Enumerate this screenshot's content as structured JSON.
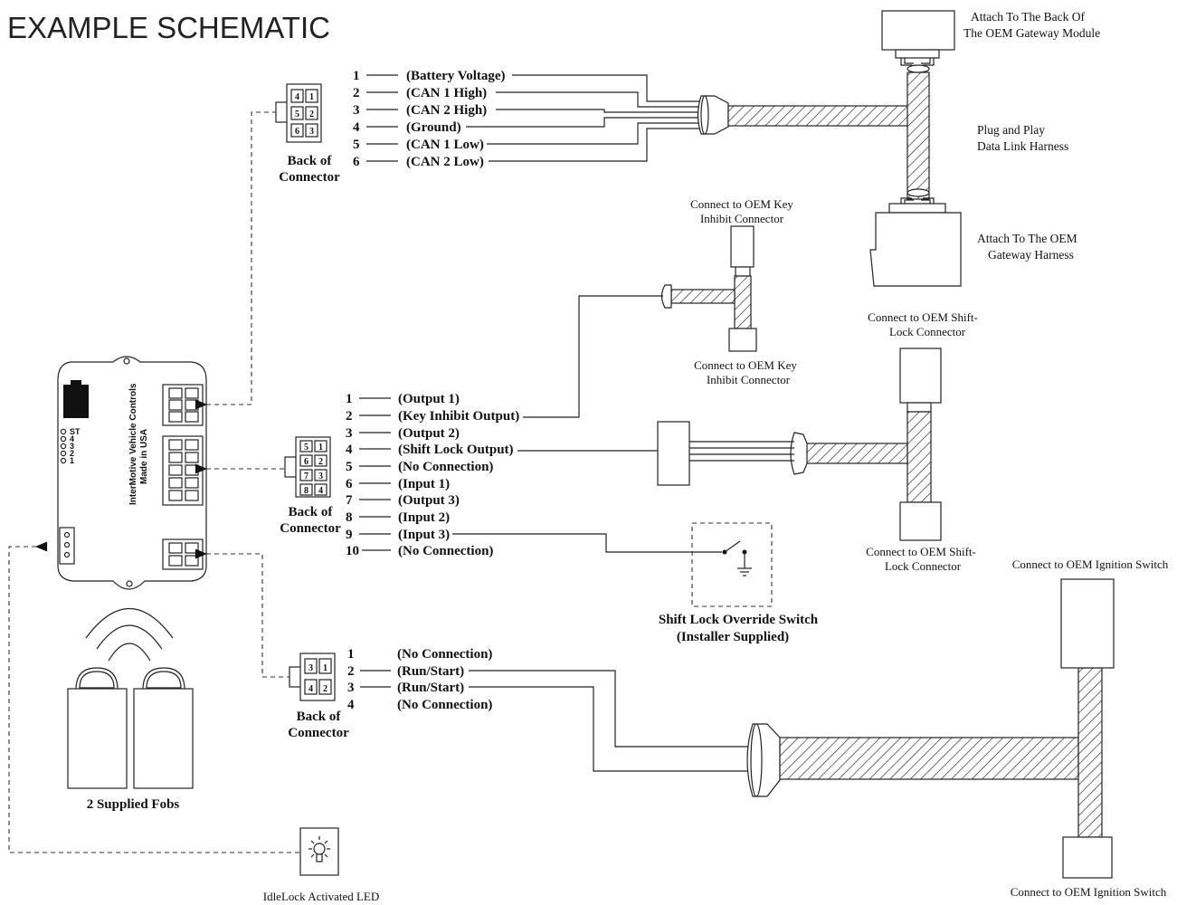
{
  "title": "EXAMPLE SCHEMATIC",
  "module": {
    "brand": "InterMotive Vehicle Controls",
    "made_in": "Made in USA",
    "leds": [
      "ST",
      "4",
      "3",
      "2",
      "1"
    ]
  },
  "connector_can": {
    "cavities": [
      "4",
      "1",
      "5",
      "2",
      "6",
      "3"
    ],
    "label_line1": "Back of",
    "label_line2": "Connector",
    "pins": [
      {
        "num": "1",
        "label": "(Battery Voltage)"
      },
      {
        "num": "2",
        "label": "(CAN 1 High)"
      },
      {
        "num": "3",
        "label": "(CAN 2 High)"
      },
      {
        "num": "4",
        "label": "(Ground)"
      },
      {
        "num": "5",
        "label": "(CAN 1 Low)"
      },
      {
        "num": "6",
        "label": "(CAN 2 Low)"
      }
    ]
  },
  "gateway": {
    "module_line1": "Attach To The Back Of",
    "module_line2": "The OEM Gateway Module",
    "harness_line1": "Plug and Play",
    "harness_line2": "Data Link Harness",
    "oem_line1": "Attach To The OEM",
    "oem_line2": "Gateway Harness"
  },
  "key_inhibit": {
    "top_line1": "Connect to OEM Key",
    "top_line2": "Inhibit Connector",
    "bottom_line1": "Connect to OEM Key",
    "bottom_line2": "Inhibit Connector"
  },
  "shift_lock": {
    "top_line1": "Connect to OEM Shift-",
    "top_line2": "Lock Connector",
    "bottom_line1": "Connect to OEM Shift-",
    "bottom_line2": "Lock Connector"
  },
  "connector_io": {
    "cavities": [
      "5",
      "1",
      "6",
      "2",
      "7",
      "3",
      "8",
      "4"
    ],
    "label_line1": "Back of",
    "label_line2": "Connector",
    "pins": [
      {
        "num": "1",
        "label": "(Output 1)"
      },
      {
        "num": "2",
        "label": "(Key Inhibit Output)"
      },
      {
        "num": "3",
        "label": "(Output 2)"
      },
      {
        "num": "4",
        "label": "(Shift Lock Output)"
      },
      {
        "num": "5",
        "label": "(No Connection)"
      },
      {
        "num": "6",
        "label": "(Input 1)"
      },
      {
        "num": "7",
        "label": "(Output 3)"
      },
      {
        "num": "8",
        "label": "(Input 2)"
      },
      {
        "num": "9",
        "label": "(Input 3)"
      },
      {
        "num": "10",
        "label": "(No Connection)"
      }
    ]
  },
  "override_switch": {
    "line1": "Shift Lock Override Switch",
    "line2": "(Installer Supplied)"
  },
  "connector_ign": {
    "cavities": [
      "3",
      "1",
      "4",
      "2"
    ],
    "label_line1": "Back of",
    "label_line2": "Connector",
    "pins": [
      {
        "num": "1",
        "label": "(No Connection)"
      },
      {
        "num": "2",
        "label": "(Run/Start)"
      },
      {
        "num": "3",
        "label": "(Run/Start)"
      },
      {
        "num": "4",
        "label": "(No Connection)"
      }
    ]
  },
  "ignition": {
    "top_label": "Connect to OEM Ignition Switch",
    "bottom_label": "Connect to OEM Ignition Switch"
  },
  "fobs": {
    "label": "2 Supplied Fobs"
  },
  "led": {
    "label": "IdleLock Activated LED"
  }
}
